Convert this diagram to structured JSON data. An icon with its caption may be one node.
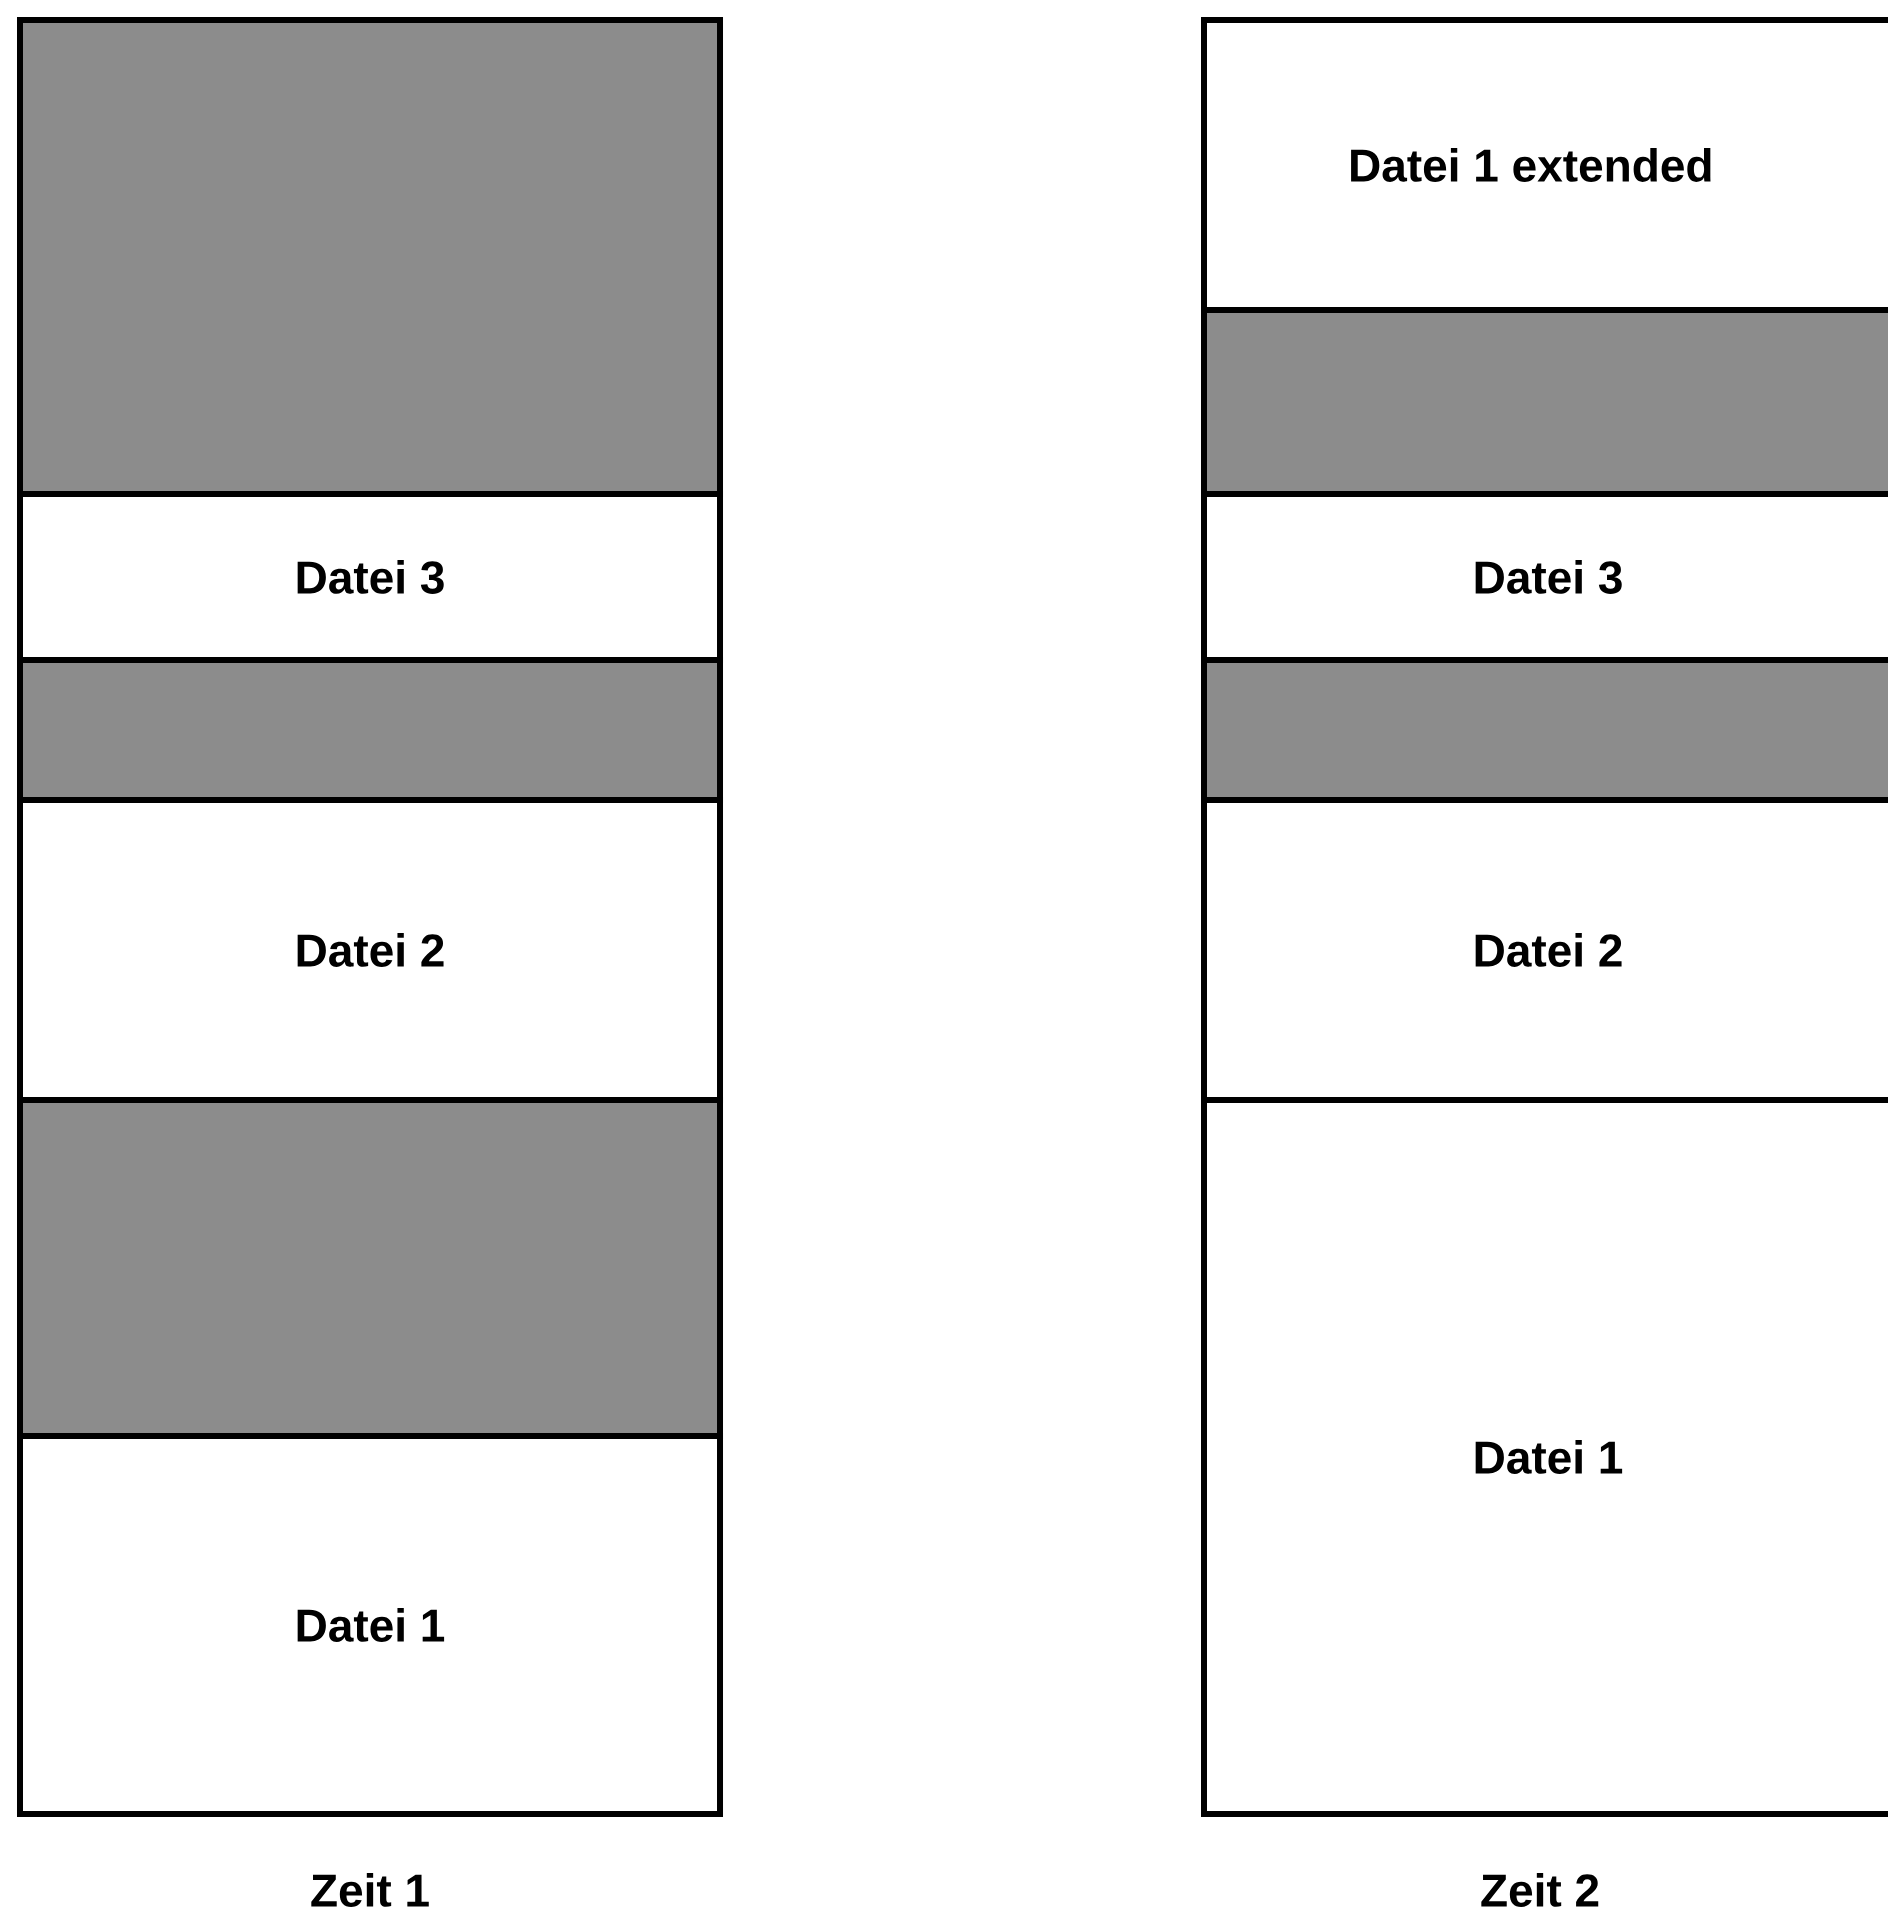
{
  "diagram": {
    "nodes": [
      {
        "text": [],
        "shape": "box"
      },
      {
        "text": [
          "Datei 3"
        ]
      },
      {
        "text": [],
        "shape": "box"
      },
      {
        "text": [
          "Datei 2"
        ]
      },
      {
        "text": [],
        "shape": "box"
      },
      {
        "text": [
          "Datei 1"
        ]
      },
      {
        "text": [
          "Datei 1 extended"
        ]
      },
      {
        "text": [],
        "shape": "box"
      },
      {
        "text": [
          "Datei 3"
        ]
      },
      {
        "text": [],
        "shape": "box"
      },
      {
        "text": [
          "Datei 2"
        ]
      },
      {
        "text": [
          "Datei 1"
        ]
      }
    ],
    "labels": [
      "Zeit 1",
      "Zeit 2"
    ]
  }
}
